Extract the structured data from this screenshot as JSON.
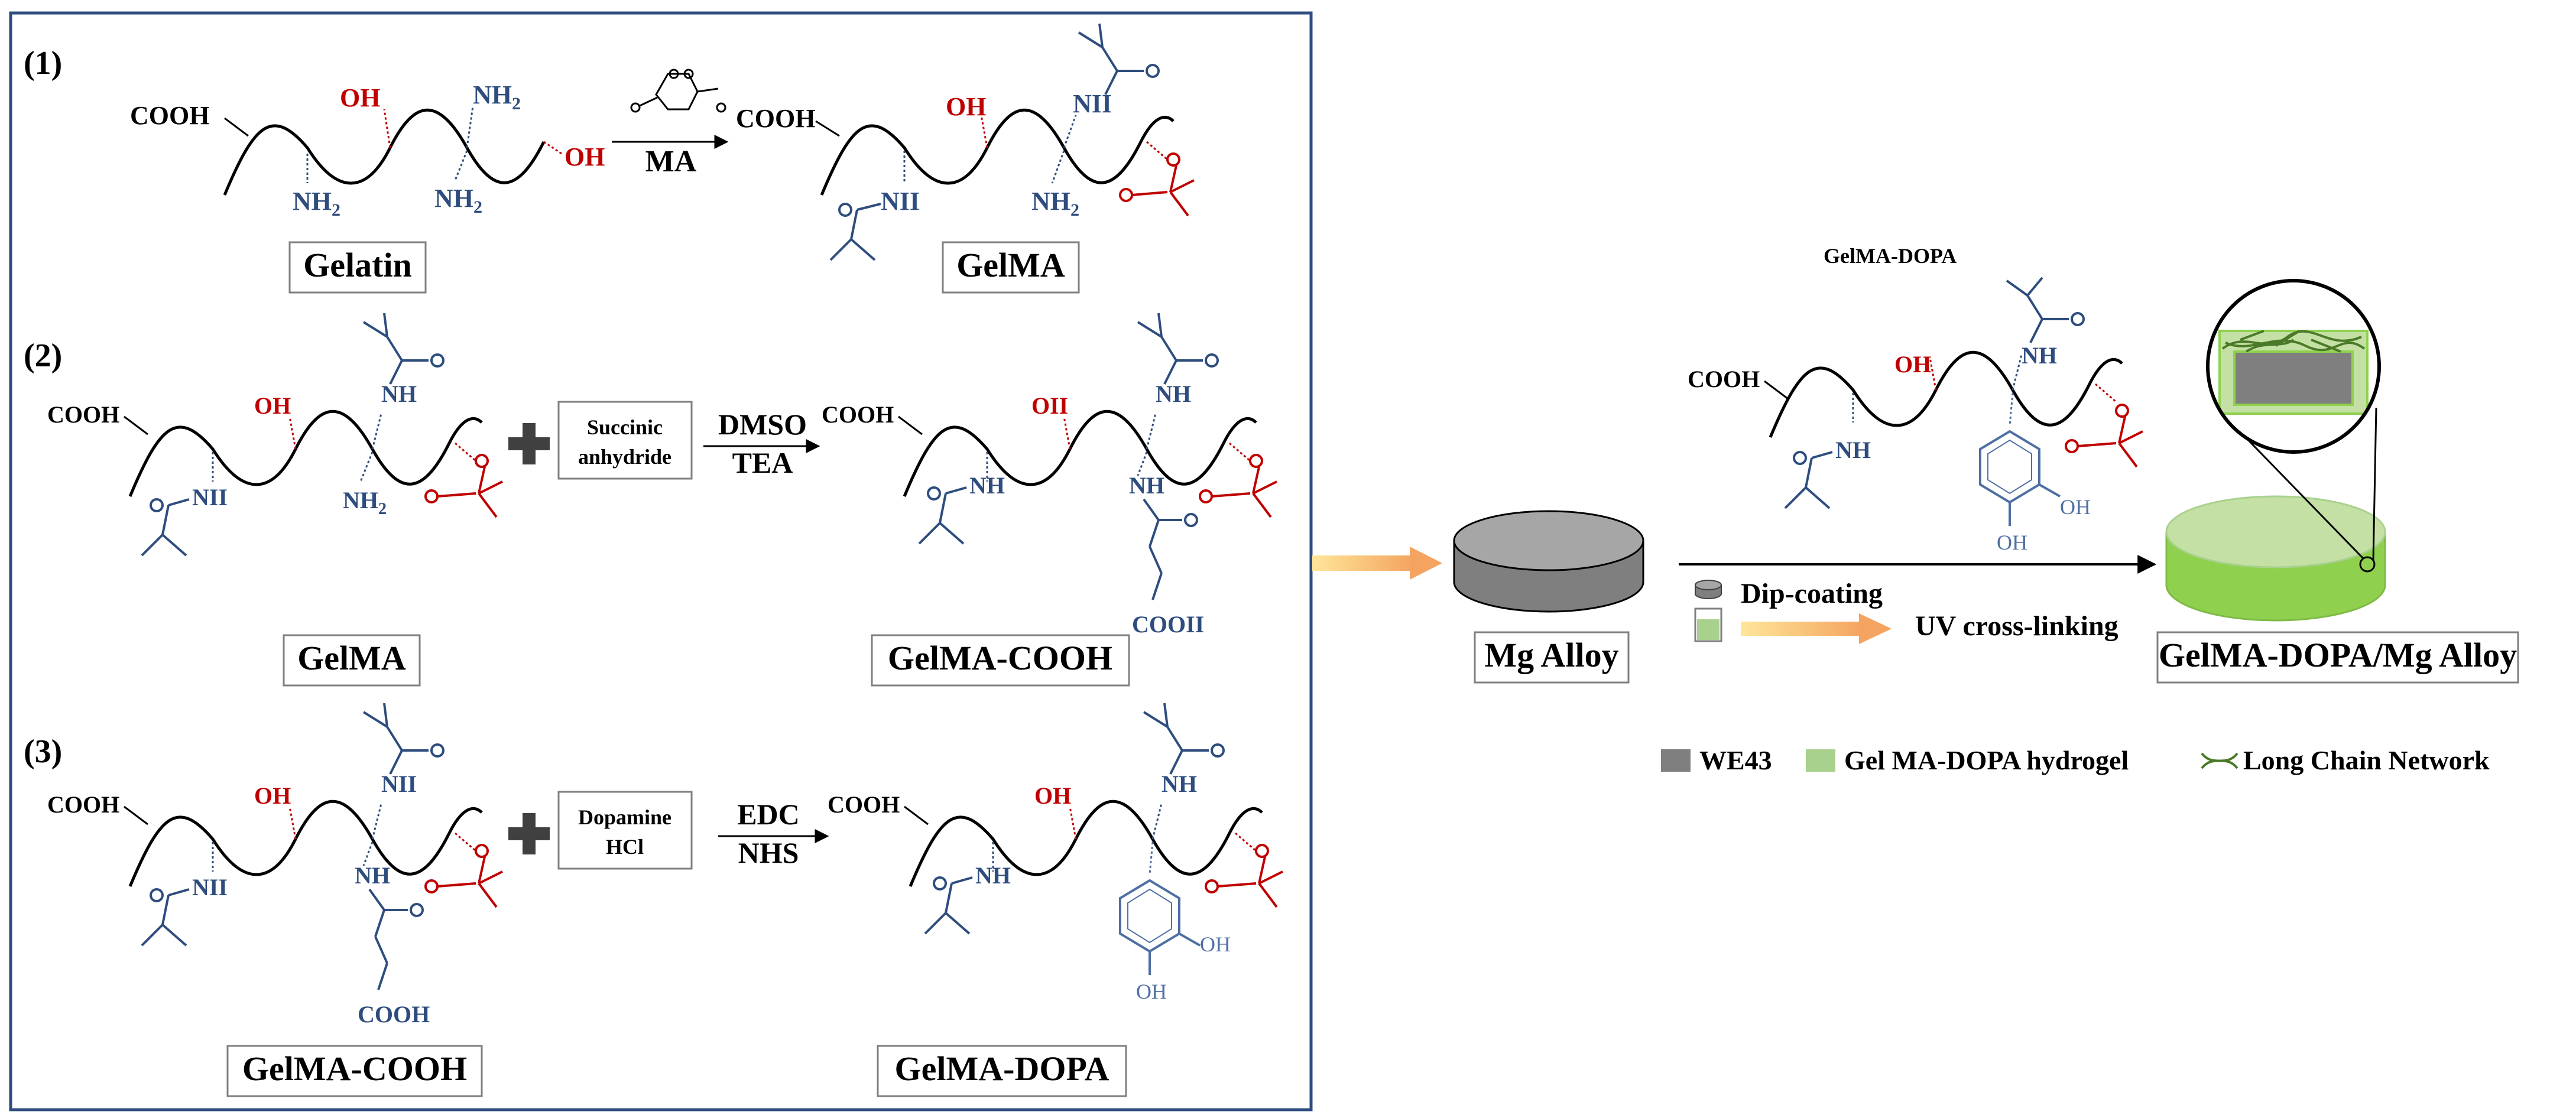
{
  "steps": {
    "s1": "(1)",
    "s2": "(2)",
    "s3": "(3)"
  },
  "groups": {
    "COOH": "COOH",
    "OH": "OH",
    "NH2": "NH",
    "NH2sub": "2",
    "NH": "NH",
    "NHalt": "NII",
    "OHalt": "OII",
    "COOHalt": "COOII",
    "COOHalt2": "COOII"
  },
  "reagents": {
    "r1": "MA",
    "r2_box_line1": "Succinic",
    "r2_box_line2": "anhydride",
    "r2_cond_line1": "DMSO",
    "r2_cond_line2": "TEA",
    "r3_box_line1": "Dopamine",
    "r3_box_line2": "HCl",
    "r3_cond_line1": "EDC",
    "r3_cond_line2": "NHS"
  },
  "names": {
    "gelatin": "Gelatin",
    "gelma": "GelMA",
    "gelma_cooh": "GelMA-COOH",
    "gelma_dopa": "GelMA-DOPA",
    "gelma_dopa_small": "GelMA-DOPA",
    "mg_alloy": "Mg Alloy",
    "coated": "GelMA-DOPA/Mg Alloy"
  },
  "process": {
    "dip": "Dip-coating",
    "uv": "UV cross-linking"
  },
  "legend": {
    "we43": "WE43",
    "hydrogel": "Gel MA-DOPA hydrogel",
    "network": "Long Chain Network"
  },
  "colors": {
    "black": "#000000",
    "blue": "#2e4d7e",
    "red": "#c00000",
    "grey_top": "#a6a6a6",
    "grey_side": "#7f7f7f",
    "green_top": "#c5e0a5",
    "green_side": "#8fd14f",
    "green_dark": "#4a7a28",
    "arrow_start": "#ffe699",
    "arrow_end": "#f4a460"
  }
}
